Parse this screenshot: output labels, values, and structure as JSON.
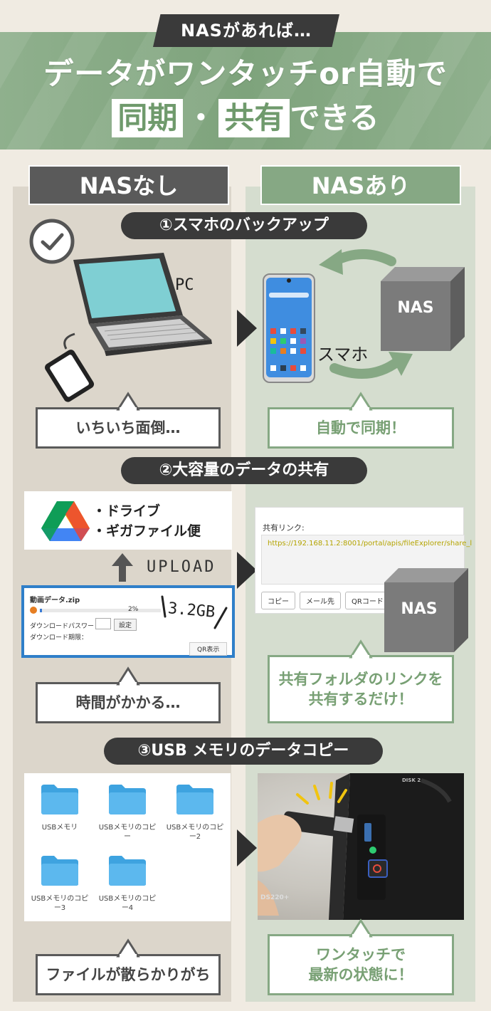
{
  "header": {
    "kicker": "NASがあれば…",
    "line1": "データがワンタッチor自動で",
    "line2_box1": "同期",
    "line2_sep": "・",
    "line2_box2": "共有",
    "line2_tail": "できる"
  },
  "columns": {
    "left": "NASなし",
    "right": "NASあり"
  },
  "sections": [
    {
      "title": "①スマホのバックアップ",
      "left_labels": [
        "PC"
      ],
      "right_labels": [
        "スマホ",
        "NAS"
      ],
      "left_callout": "いちいち面倒…",
      "right_callout": "自動で同期！"
    },
    {
      "title": "②大容量のデータの共有",
      "services": [
        "・ドライブ",
        "・ギガファイル便"
      ],
      "upload": "UPLOAD",
      "download_card": {
        "filename": "動画データ.zip",
        "progress": "2%",
        "password_label": "ダウンロードパスワード：",
        "set_button": "設定",
        "expiry_label": "ダウンロード期限：",
        "qr_button": "QR表示"
      },
      "size_note": "3.2GB",
      "share_card": {
        "label": "共有リンク:",
        "url": "https://192.168.11.2:8001/portal/apis/fileExplorer/share_l",
        "buttons": [
          "コピー",
          "メール先",
          "QRコード"
        ]
      },
      "nas_label": "NAS",
      "left_callout": "時間がかかる…",
      "right_callout_lines": [
        "共有フォルダのリンクを",
        "共有するだけ！"
      ]
    },
    {
      "title": "③USB メモリのデータコピー",
      "folders": [
        [
          "USBメモリ"
        ],
        [
          "USBメモリのコピ",
          "ー"
        ],
        [
          "USBメモリのコピ",
          "ー2"
        ],
        [
          "USBメモリのコピ",
          "ー3"
        ],
        [
          "USBメモリのコピ",
          "ー4"
        ]
      ],
      "device_labels": [
        "DISK 2",
        "DS220+"
      ],
      "left_callout": "ファイルが散らかりがち",
      "right_callout_lines": [
        "ワンタッチで",
        "最新の状態に！"
      ]
    }
  ],
  "colors": {
    "green": "#86a884",
    "dark": "#3a3a3a",
    "panel_left": "#dcd6cb",
    "panel_right": "#d5ddcf",
    "download_border": "#2f7fc9"
  }
}
